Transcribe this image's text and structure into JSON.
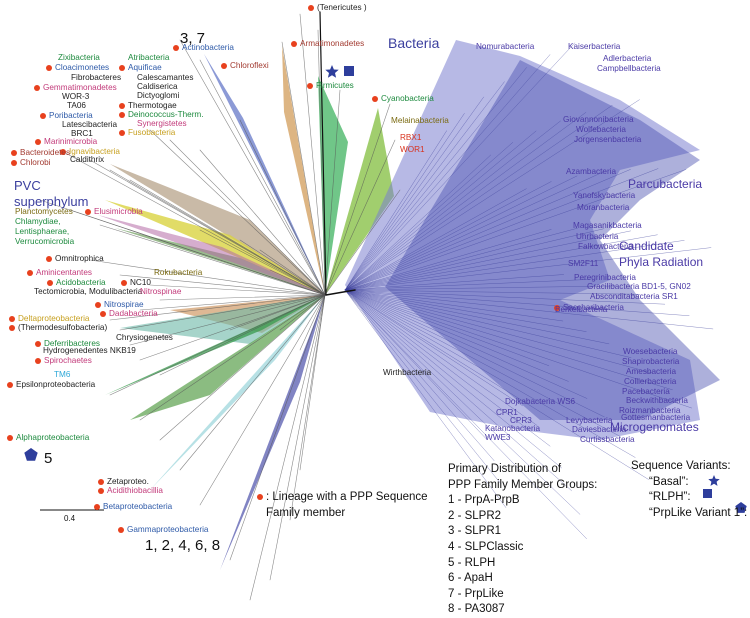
{
  "groups": {
    "bacteria": "Bacteria",
    "pvc_line1": "PVC",
    "pvc_line2": "superphylum",
    "parcubacteria": "Parcubacteria",
    "cpr_line1": "Candidate",
    "cpr_line2": "Phyla Radiation",
    "microgenomates": "Microgenomates"
  },
  "annotations": {
    "a37": "3, 7",
    "a5": "5",
    "a12468": "1, 2, 4, 6, 8"
  },
  "scale_bar": {
    "label": "0.4"
  },
  "lineage_legend": {
    "line1": ": Lineage with a PPP Sequence",
    "line2": "Family member"
  },
  "family_groups": {
    "title1": "Primary Distribution of",
    "title2": "PPP Family Member Groups:",
    "items": [
      "1 - PrpA-PrpB",
      "2 - SLPR2",
      "3 - SLPR1",
      "4 - SLPClassic",
      "5 - RLPH",
      "6 - ApaH",
      "7 - PrpLike",
      "8 - PA3087"
    ]
  },
  "sequence_variants": {
    "title": "Sequence Variants:",
    "items": [
      "“Basal”:",
      "“RLPH”:",
      "“PrpLike Variant 1”:"
    ]
  },
  "colors": {
    "dot": "#e8411e",
    "variant_marker": "#2e3e9c"
  },
  "taxa": [
    {
      "text": "(Tenericutes )",
      "color": "#222222",
      "dot": true
    },
    {
      "text": "Armatimonadetes",
      "color": "#a23a30",
      "dot": true
    },
    {
      "text": "Actinobacteria",
      "color": "#2e5aa8",
      "dot": true
    },
    {
      "text": "Chloroflexi",
      "color": "#a23a30",
      "dot": true
    },
    {
      "text": "Firmicutes",
      "color": "#1d8a3e",
      "dot": true
    },
    {
      "text": "Cyanobacteria",
      "color": "#1d8a3e",
      "dot": true
    },
    {
      "text": "Melainabacteria",
      "color": "#7a6a10",
      "dot": false
    },
    {
      "text": "RBX1",
      "color": "#d8321e",
      "dot": false
    },
    {
      "text": "WOR1",
      "color": "#d8321e",
      "dot": false
    },
    {
      "text": "Zixibacteria",
      "color": "#1d8a3e",
      "dot": false
    },
    {
      "text": "Cloacimonetes",
      "color": "#2e5aa8",
      "dot": true
    },
    {
      "text": "Fibrobacteres",
      "color": "#222222",
      "dot": false
    },
    {
      "text": "Gemmatimonadetes",
      "color": "#c23a7a",
      "dot": true
    },
    {
      "text": "WOR-3",
      "color": "#222222",
      "dot": false
    },
    {
      "text": "TA06",
      "color": "#222222",
      "dot": false
    },
    {
      "text": "Poribacteria",
      "color": "#2e5aa8",
      "dot": true
    },
    {
      "text": "Latescibacteria",
      "color": "#222222",
      "dot": false
    },
    {
      "text": "BRC1",
      "color": "#222222",
      "dot": false
    },
    {
      "text": "Atribacteria",
      "color": "#1d8a3e",
      "dot": false
    },
    {
      "text": "Aquificae",
      "color": "#2e5aa8",
      "dot": true
    },
    {
      "text": "Calescamantes",
      "color": "#222222",
      "dot": false
    },
    {
      "text": "Caldiserica",
      "color": "#222222",
      "dot": false
    },
    {
      "text": "Dictyoglomi",
      "color": "#222222",
      "dot": false
    },
    {
      "text": "Thermotogae",
      "color": "#222222",
      "dot": true
    },
    {
      "text": "Deinococcus-Therm.",
      "color": "#1d8a3e",
      "dot": true
    },
    {
      "text": "Synergistetes",
      "color": "#c23a7a",
      "dot": false
    },
    {
      "text": "Fusobacteria",
      "color": "#c7a020",
      "dot": true
    },
    {
      "text": "Marinimicrobia",
      "color": "#c23a7a",
      "dot": true
    },
    {
      "text": "Ignavibacteria",
      "color": "#c7a020",
      "dot": true
    },
    {
      "text": "Bacteroidetes",
      "color": "#a23a30",
      "dot": true
    },
    {
      "text": "Chlorobi",
      "color": "#a23a30",
      "dot": true
    },
    {
      "text": "Caldithrix",
      "color": "#222222",
      "dot": false
    },
    {
      "text": "Planctomycetes",
      "color": "#7a6a10",
      "dot": false
    },
    {
      "text": "Chlamydiae,",
      "color": "#1d8a3e",
      "dot": false
    },
    {
      "text": "Lentisphaerae,",
      "color": "#1d8a3e",
      "dot": false
    },
    {
      "text": "Verrucomicrobia",
      "color": "#1d8a3e",
      "dot": false
    },
    {
      "text": "Elusimicrobia",
      "color": "#c23a7a",
      "dot": true
    },
    {
      "text": "Omnitrophica",
      "color": "#222222",
      "dot": true
    },
    {
      "text": "Aminicentantes",
      "color": "#c23a7a",
      "dot": true
    },
    {
      "text": "Rokubacteria",
      "color": "#7a6a10",
      "dot": false
    },
    {
      "text": "NC10",
      "color": "#222222",
      "dot": true
    },
    {
      "text": "Acidobacteria",
      "color": "#1d8a3e",
      "dot": true
    },
    {
      "text": "Tectomicrobia, Modulibacteria",
      "color": "#222222",
      "dot": false
    },
    {
      "text": "Nitrospinae",
      "color": "#c23a7a",
      "dot": false
    },
    {
      "text": "Nitrospirae",
      "color": "#2e5aa8",
      "dot": true
    },
    {
      "text": "Dadabacteria",
      "color": "#c23a7a",
      "dot": true
    },
    {
      "text": "Deltaproteobacteria",
      "color": "#c7a020",
      "dot": true
    },
    {
      "text": "(Thermodesulfobacteria)",
      "color": "#222222",
      "dot": true
    },
    {
      "text": "Chrysiogenetes",
      "color": "#222222",
      "dot": false
    },
    {
      "text": "Deferribacteres",
      "color": "#1d8a3e",
      "dot": true
    },
    {
      "text": "Hydrogenedentes NKB19",
      "color": "#222222",
      "dot": false
    },
    {
      "text": "Spirochaetes",
      "color": "#c23a7a",
      "dot": true
    },
    {
      "text": "TM6",
      "color": "#2ea8d8",
      "dot": false
    },
    {
      "text": "Epsilonproteobacteria",
      "color": "#222222",
      "dot": true
    },
    {
      "text": "Alphaproteobacteria",
      "color": "#1d8a3e",
      "dot": true
    },
    {
      "text": "Zetaproteo.",
      "color": "#222222",
      "dot": true
    },
    {
      "text": "Acidithiobacillia",
      "color": "#c23a7a",
      "dot": true
    },
    {
      "text": "Betaproteobacteria",
      "color": "#2e5aa8",
      "dot": true
    },
    {
      "text": "Gammaproteobacteria",
      "color": "#2e5aa8",
      "dot": true
    },
    {
      "text": "Nomurabacteria",
      "color": "#4a3aa6",
      "dot": false
    },
    {
      "text": "Kaiserbacteria",
      "color": "#4a3aa6",
      "dot": false
    },
    {
      "text": "Adlerbacteria",
      "color": "#4a3aa6",
      "dot": false
    },
    {
      "text": "Campbellbacteria",
      "color": "#4a3aa6",
      "dot": false
    },
    {
      "text": "Giovannonibacteria",
      "color": "#4a3aa6",
      "dot": false
    },
    {
      "text": "Wolfebacteria",
      "color": "#4a3aa6",
      "dot": false
    },
    {
      "text": "Jorgensenbacteria",
      "color": "#4a3aa6",
      "dot": false
    },
    {
      "text": "Azambacteria",
      "color": "#4a3aa6",
      "dot": false
    },
    {
      "text": "Yanofskybacteria",
      "color": "#4a3aa6",
      "dot": false
    },
    {
      "text": "Moranbacteria",
      "color": "#4a3aa6",
      "dot": false
    },
    {
      "text": "Magasanikbacteria",
      "color": "#4a3aa6",
      "dot": false
    },
    {
      "text": "Uhrbacteria",
      "color": "#4a3aa6",
      "dot": false
    },
    {
      "text": "Falkowbacteria",
      "color": "#4a3aa6",
      "dot": false
    },
    {
      "text": "SM2F11",
      "color": "#4a3aa6",
      "dot": false
    },
    {
      "text": "Peregrinibacteria",
      "color": "#4a3aa6",
      "dot": false
    },
    {
      "text": "Gracilibacteria BD1-5, GN02",
      "color": "#4a3aa6",
      "dot": false
    },
    {
      "text": "Absconditabacteria SR1",
      "color": "#4a3aa6",
      "dot": false
    },
    {
      "text": "Saccharibacteria",
      "color": "#4a3aa6",
      "dot": true
    },
    {
      "text": "Berkelbacteria",
      "color": "#4a3aa6",
      "dot": false
    },
    {
      "text": "Woesebacteria",
      "color": "#4a3aa6",
      "dot": false
    },
    {
      "text": "Shapirobacteria",
      "color": "#4a3aa6",
      "dot": false
    },
    {
      "text": "Amesbacteria",
      "color": "#4a3aa6",
      "dot": false
    },
    {
      "text": "Collierbacteria",
      "color": "#4a3aa6",
      "dot": false
    },
    {
      "text": "Pacebacteria",
      "color": "#4a3aa6",
      "dot": false
    },
    {
      "text": "Beckwithbacteria",
      "color": "#4a3aa6",
      "dot": false
    },
    {
      "text": "Roizmanbacteria",
      "color": "#4a3aa6",
      "dot": false
    },
    {
      "text": "Gottesmanbacteria",
      "color": "#4a3aa6",
      "dot": false
    },
    {
      "text": "Levybacteria",
      "color": "#4a3aa6",
      "dot": false
    },
    {
      "text": "Daviesbacteria",
      "color": "#4a3aa6",
      "dot": false
    },
    {
      "text": "Curtissbacteria",
      "color": "#4a3aa6",
      "dot": false
    },
    {
      "text": "Dojkabacteria WS6",
      "color": "#4a3aa6",
      "dot": false
    },
    {
      "text": "CPR1",
      "color": "#4a3aa6",
      "dot": false
    },
    {
      "text": "CPR3",
      "color": "#4a3aa6",
      "dot": false
    },
    {
      "text": "Katanobacteria",
      "color": "#4a3aa6",
      "dot": false
    },
    {
      "text": "WWE3",
      "color": "#4a3aa6",
      "dot": false
    },
    {
      "text": "Wirthbacteria",
      "color": "#222222",
      "dot": false
    }
  ]
}
